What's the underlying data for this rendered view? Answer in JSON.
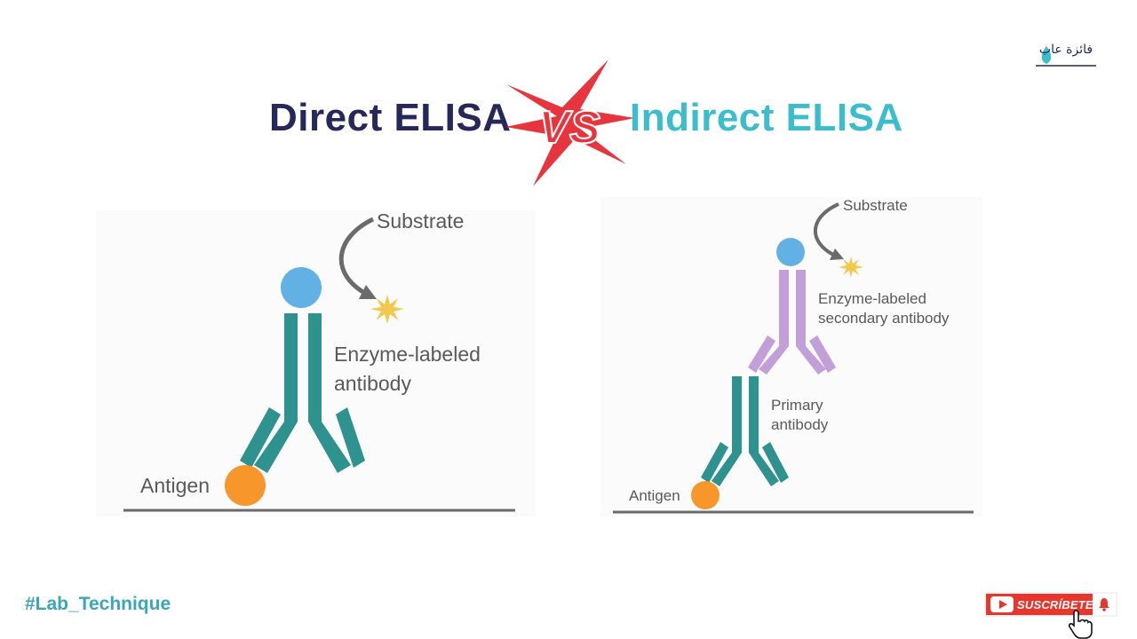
{
  "titles": {
    "left": "Direct ELISA",
    "vs": "VS",
    "right": "Indirect ELISA"
  },
  "direct": {
    "substrate": "Substrate",
    "antibody_line1": "Enzyme-labeled",
    "antibody_line2": "antibody",
    "antigen": "Antigen"
  },
  "indirect": {
    "substrate": "Substrate",
    "secondary_line1": "Enzyme-labeled",
    "secondary_line2": "secondary antibody",
    "primary_line1": "Primary",
    "primary_line2": "antibody",
    "antigen": "Antigen"
  },
  "footer": {
    "hashtag": "#Lab_Technique",
    "subscribe": "SUSCRÍBETE"
  },
  "logo": {
    "text": "فائزة عاب"
  },
  "colors": {
    "title_left": "#26275a",
    "title_right": "#3bbdcb",
    "teal_antibody": "#2e928f",
    "purple_antibody": "#c39fd9",
    "enzyme_blue": "#62b1e4",
    "antigen_orange": "#f7972b",
    "substrate_star": "#f2c94c",
    "vs_red": "#e8353d"
  },
  "icons": [
    "vs-burst-icon",
    "substrate-star-icon",
    "curved-arrow-icon",
    "youtube-play-icon",
    "bell-icon",
    "hand-cursor-icon"
  ]
}
